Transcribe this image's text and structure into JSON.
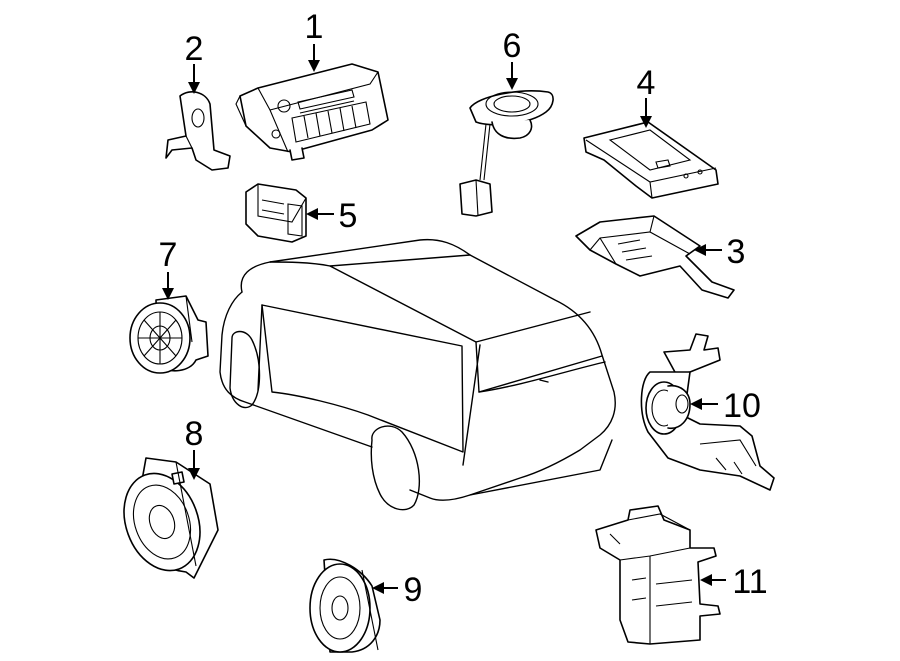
{
  "callouts": [
    {
      "id": "1",
      "label": "1"
    },
    {
      "id": "2",
      "label": "2"
    },
    {
      "id": "3",
      "label": "3"
    },
    {
      "id": "4",
      "label": "4"
    },
    {
      "id": "5",
      "label": "5"
    },
    {
      "id": "6",
      "label": "6"
    },
    {
      "id": "7",
      "label": "7"
    },
    {
      "id": "8",
      "label": "8"
    },
    {
      "id": "9",
      "label": "9"
    },
    {
      "id": "10",
      "label": "10"
    },
    {
      "id": "11",
      "label": "11"
    }
  ],
  "parts": [
    {
      "callout": "1",
      "depicts": "radio-head-unit"
    },
    {
      "callout": "2",
      "depicts": "mounting-bracket"
    },
    {
      "callout": "3",
      "depicts": "control-module"
    },
    {
      "callout": "4",
      "depicts": "amplifier-cover"
    },
    {
      "callout": "5",
      "depicts": "switch-connector"
    },
    {
      "callout": "6",
      "depicts": "tweeter-speaker"
    },
    {
      "callout": "7",
      "depicts": "door-speaker"
    },
    {
      "callout": "8",
      "depicts": "front-door-speaker"
    },
    {
      "callout": "9",
      "depicts": "rear-door-speaker"
    },
    {
      "callout": "10",
      "depicts": "subwoofer-with-bracket"
    },
    {
      "callout": "11",
      "depicts": "subwoofer-enclosure"
    }
  ]
}
